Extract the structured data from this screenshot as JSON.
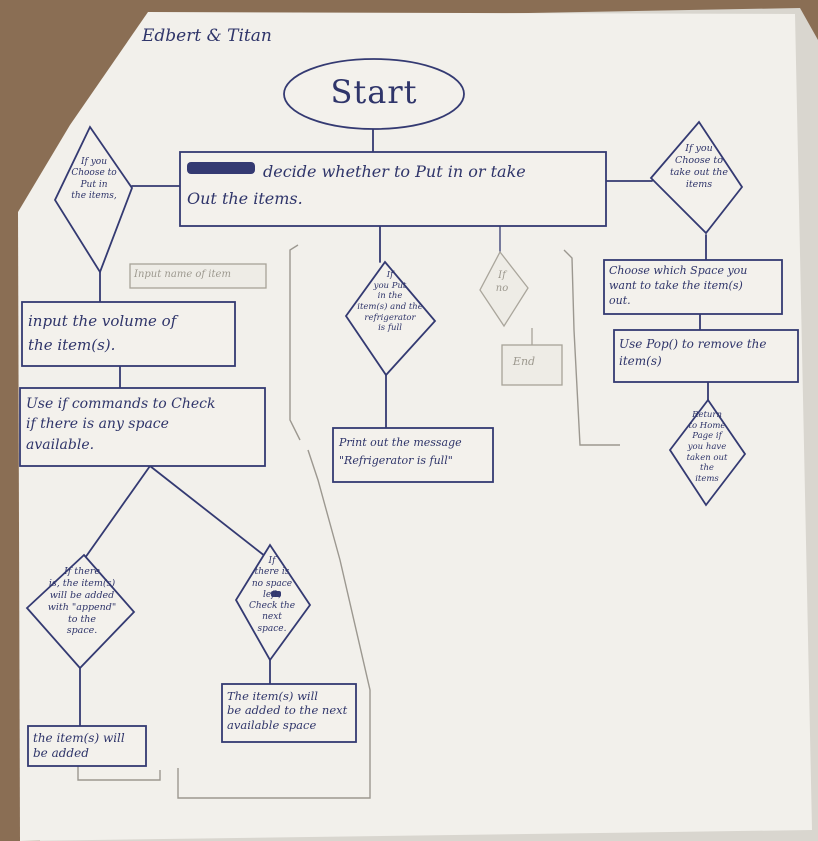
{
  "authors": "Edbert & Titan",
  "start": "Start",
  "decide": "decide whether to Put in or take\nOut the items.",
  "left_diamond": "If you\nChoose to\nPut in\nthe items,",
  "ghost_label": "Input name of item",
  "input_volume": "input the volume of\nthe item(s).",
  "use_if": "Use if commands to Check\nif there is any space\navailable.",
  "if_space": "If there\nis, the item(s)\nwill be added\nwith \"append\"\nto the\nspace.",
  "if_no_space": "If\nthere is\nno space\nleft,\nCheck the next\nspace.",
  "added": "the item(s) will\nbe added",
  "added_next": "The item(s) will\nbe added to the next\navailable space",
  "full_diamond": "If\nyou Put\nin the\nitem(s) and the\nrefrigerator\nis full",
  "print_full": "Print out the message\n\"Refrigerator is full\"",
  "if_no": "If\nno",
  "end": "End",
  "right_diamond": "If you\nChoose to\ntake out the\nitems",
  "choose_space": "Choose which Space you\nwant to take the item(s)\nout.",
  "use_pop": "Use Pop() to remove the\nitem(s)",
  "return_diamond": "Return\nto Home\nPage if\nyou have\ntaken out\nthe\nitems"
}
